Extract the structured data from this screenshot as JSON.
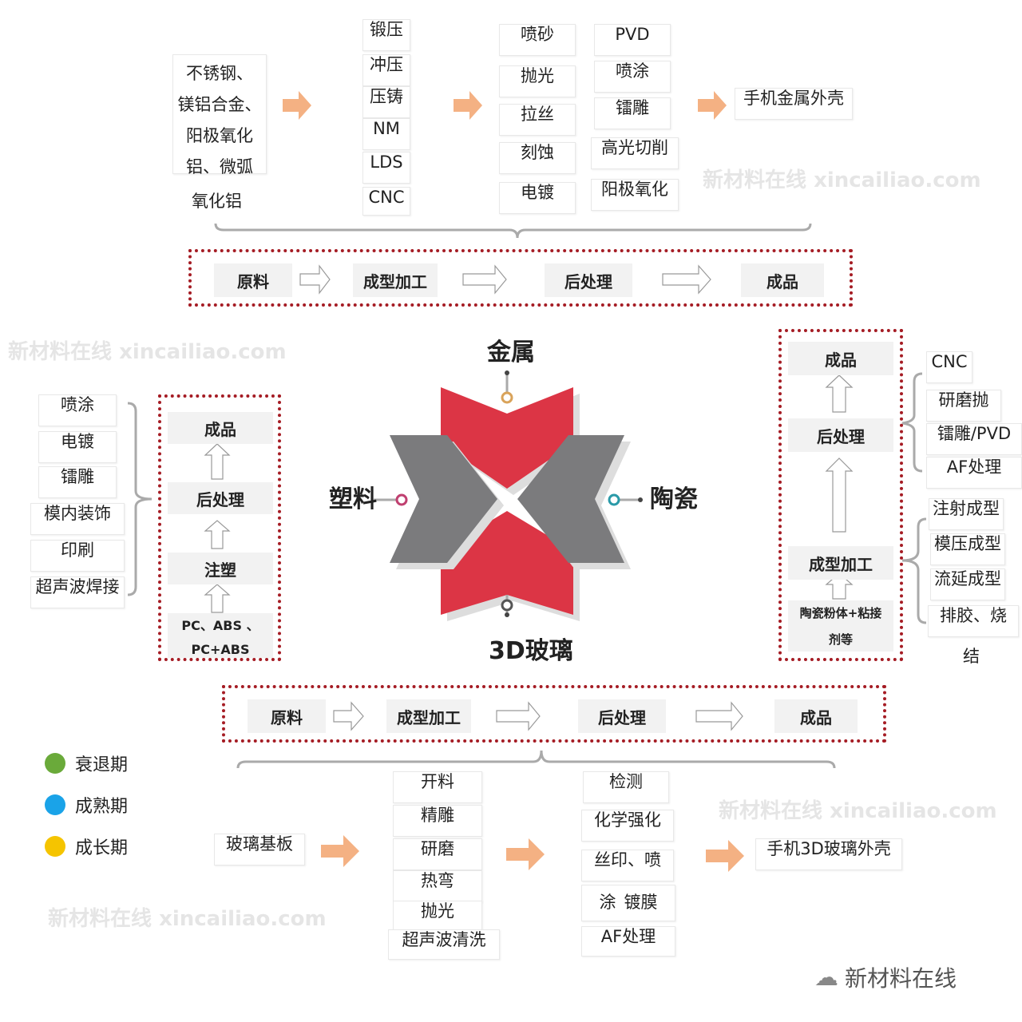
{
  "metal": {
    "label": "金属",
    "materials": [
      "不锈钢、",
      "镁铝合金、",
      "阳极氧化",
      "铝、微弧",
      "氧化铝"
    ],
    "forming": [
      "锻压",
      "冲压",
      "压铸",
      "NM",
      "LDS",
      "CNC"
    ],
    "post_a": [
      "喷砂",
      "抛光",
      "拉丝",
      "刻蚀",
      "电镀"
    ],
    "post_b": [
      "PVD",
      "喷涂",
      "镭雕",
      "高光切削",
      "阳极氧化"
    ],
    "product": "手机金属外壳",
    "flow": [
      "原料",
      "成型加工",
      "后处理",
      "成品"
    ]
  },
  "plastic": {
    "label": "塑料",
    "flow": [
      "成品",
      "后处理",
      "注塑",
      "PC、ABS 、",
      "PC+ABS"
    ],
    "post": [
      "喷涂",
      "电镀",
      "镭雕",
      "模内装饰",
      "印刷",
      "超声波焊接"
    ]
  },
  "ceramic": {
    "label": "陶瓷",
    "flow": [
      "成品",
      "后处理",
      "成型加工",
      "陶瓷粉体+粘接",
      "剂等"
    ],
    "post": [
      "CNC",
      "研磨抛",
      "镭雕/PVD",
      "AF处理"
    ],
    "forming": [
      "注射成型",
      "模压成型",
      "流延成型",
      "排胶、烧",
      "结"
    ]
  },
  "glass": {
    "label": "3D玻璃",
    "flow": [
      "原料",
      "成型加工",
      "后处理",
      "成品"
    ],
    "material": "玻璃基板",
    "forming": [
      "开料",
      "精雕",
      "研磨",
      "热弯",
      "抛光",
      "超声波清洗"
    ],
    "post": [
      "检测",
      "化学强化",
      "丝印、喷",
      "涂",
      "镀膜",
      "AF处理"
    ],
    "product": "手机3D玻璃外壳"
  },
  "legend": [
    {
      "label": "衰退期",
      "color": "#6aaa3a"
    },
    {
      "label": "成熟期",
      "color": "#1aa3e8"
    },
    {
      "label": "成长期",
      "color": "#f5c400"
    }
  ],
  "colors": {
    "red": "#dc3545",
    "gray": "#7b7b7d",
    "dash": "#a51c24",
    "arrow": "#f4b183"
  },
  "watermark": {
    "cn": "新材料在线",
    "en": "xincailiao.com"
  },
  "brand": "新材料在线"
}
